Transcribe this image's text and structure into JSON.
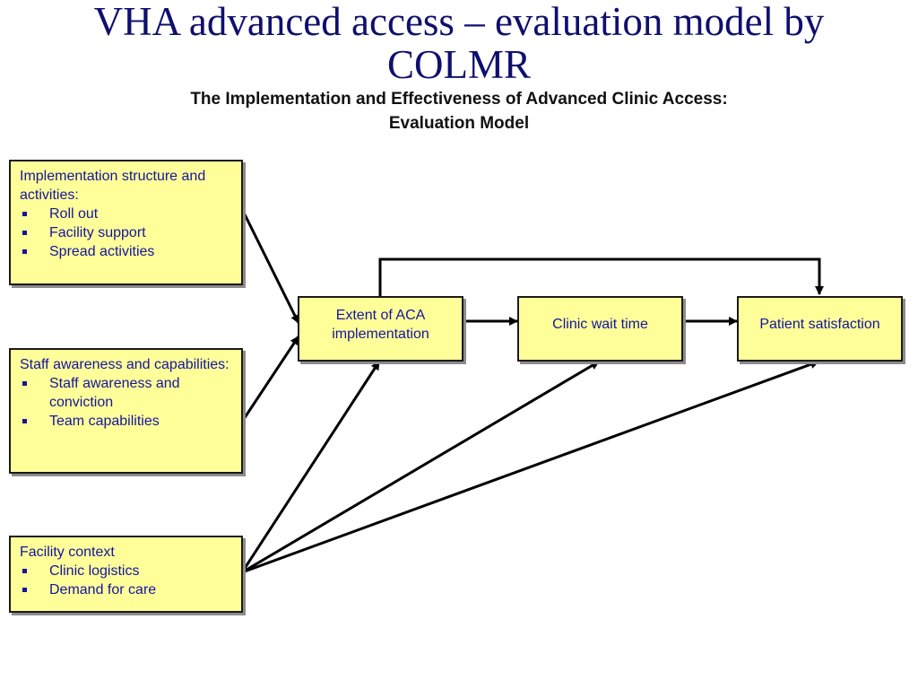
{
  "slide": {
    "title_line1": "VHA advanced access – evaluation model by",
    "title_line2": "COLMR"
  },
  "diagram": {
    "title_line1": "The Implementation and Effectiveness of Advanced Clinic Access:",
    "title_line2": "Evaluation Model",
    "inputs": [
      {
        "heading": "Implementation structure and activities:",
        "items": [
          "Roll out",
          "Facility support",
          "Spread activities"
        ]
      },
      {
        "heading": "Staff awareness and capabilities:",
        "items": [
          "Staff awareness and conviction",
          "Team capabilities"
        ]
      },
      {
        "heading": "Facility context",
        "items": [
          "Clinic logistics",
          "Demand for care"
        ]
      }
    ],
    "flow": [
      {
        "label": "Extent of ACA implementation"
      },
      {
        "label": "Clinic wait time"
      },
      {
        "label": "Patient satisfaction"
      }
    ],
    "colors": {
      "box_fill": "#ffff99",
      "box_text": "#1414a0",
      "title_text": "#0f0f6e",
      "connector": "#000000"
    }
  }
}
